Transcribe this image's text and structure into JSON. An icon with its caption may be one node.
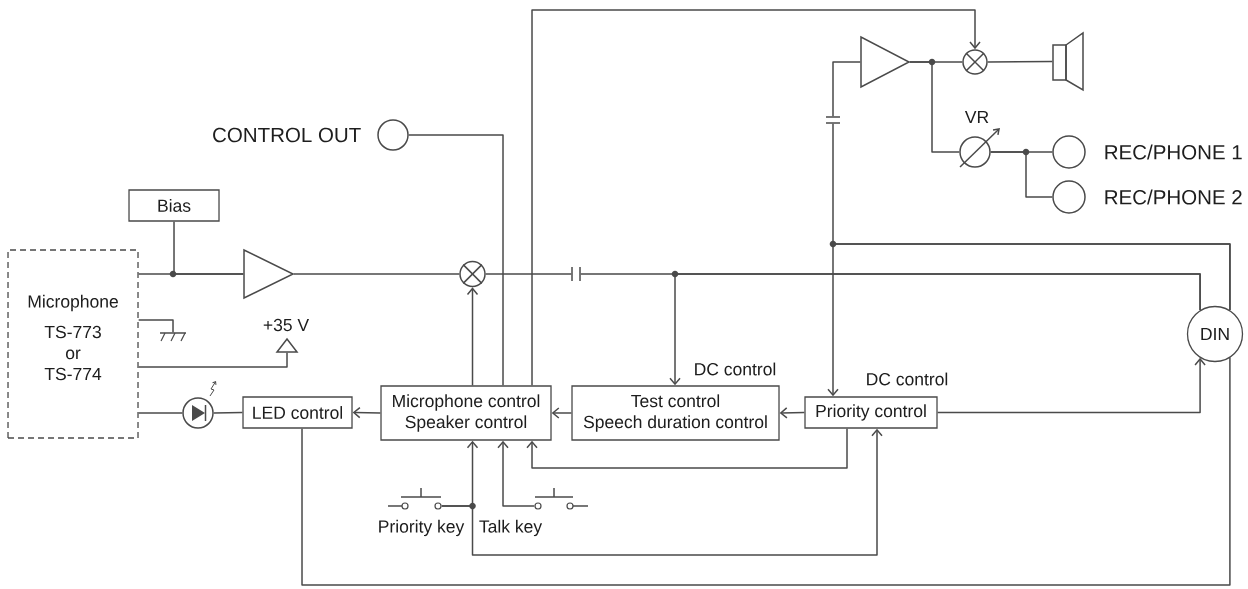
{
  "diagram": {
    "nodes": [
      {
        "text": [],
        "shape": "triangle"
      },
      {
        "text": [],
        "shape": "circle"
      },
      {
        "text": [],
        "shape": "speaker"
      },
      {
        "text": [],
        "shape": "circle",
        "beside": [
          "CONTROL OUT"
        ]
      },
      {
        "text": [],
        "shape": "capacitor"
      },
      {
        "text": [],
        "shape": "circle",
        "beside": [
          "VR"
        ]
      },
      {
        "text": [],
        "shape": "circle",
        "beside": [
          "REC/PHONE 1"
        ]
      },
      {
        "text": [],
        "shape": "circle",
        "beside": [
          "REC/PHONE 2"
        ]
      },
      {
        "text": [
          "Bias"
        ]
      },
      {
        "text": [
          "Microphone",
          "TS-773 or TS-774"
        ]
      },
      {
        "text": [],
        "shape": "triangle"
      },
      {
        "text": [],
        "shape": "circle"
      },
      {
        "text": [],
        "shape": "capacitor"
      },
      {
        "text": [
          "DIN"
        ]
      },
      {
        "text": [],
        "shape": "ground"
      },
      {
        "text": [],
        "shape": "triangle",
        "beside": [
          "+35 V"
        ]
      },
      {
        "text": [],
        "shape": "diode"
      },
      {
        "text": [
          "LED control"
        ]
      },
      {
        "text": [
          "Microphone control",
          "Speaker control"
        ]
      },
      {
        "text": [
          "Test control",
          "Speech duration control"
        ]
      },
      {
        "text": [
          "Priority control"
        ]
      },
      {
        "text": [],
        "shape": "switch",
        "beside": [
          "Priority key"
        ]
      },
      {
        "text": [],
        "shape": "switch",
        "beside": [
          "Talk key"
        ]
      }
    ],
    "edges": [
      {
        "from": 0,
        "to": 1,
        "arrow": "none"
      },
      {
        "from": 1,
        "to": 2,
        "arrow": "none"
      },
      {
        "from": 0,
        "to": 5,
        "arrow": "none"
      },
      {
        "from": 5,
        "to": 6,
        "arrow": "none"
      },
      {
        "from": 5,
        "to": 7,
        "arrow": "none"
      },
      {
        "from": 18,
        "to": 3,
        "arrow": "none"
      },
      {
        "from": 18,
        "to": 1,
        "arrow": "to"
      },
      {
        "from": 4,
        "to": 0,
        "arrow": "none"
      },
      {
        "from": 9,
        "to": 10,
        "arrow": "none"
      },
      {
        "from": 8,
        "to": 10,
        "arrow": "none"
      },
      {
        "from": 10,
        "to": 11,
        "arrow": "none"
      },
      {
        "from": 11,
        "to": 12,
        "arrow": "none"
      },
      {
        "from": 12,
        "to": 13,
        "arrow": "none"
      },
      {
        "from": 13,
        "to": 19,
        "arrow": "to",
        "label": "DC control"
      },
      {
        "from": 13,
        "to": 4,
        "arrow": "none"
      },
      {
        "from": 13,
        "to": 20,
        "arrow": "to",
        "label": "DC control"
      },
      {
        "from": 20,
        "to": 13,
        "arrow": "to"
      },
      {
        "from": 17,
        "to": 13,
        "arrow": "none"
      },
      {
        "from": 9,
        "to": 14,
        "arrow": "none"
      },
      {
        "from": 9,
        "to": 15,
        "arrow": "none"
      },
      {
        "from": 17,
        "to": 16,
        "arrow": "none"
      },
      {
        "from": 16,
        "to": 9,
        "arrow": "none"
      },
      {
        "from": 18,
        "to": 17,
        "arrow": "to"
      },
      {
        "from": 19,
        "to": 18,
        "arrow": "to"
      },
      {
        "from": 20,
        "to": 19,
        "arrow": "to"
      },
      {
        "from": 20,
        "to": 18,
        "arrow": "to"
      },
      {
        "from": 18,
        "to": 11,
        "arrow": "to"
      },
      {
        "from": 21,
        "to": 18,
        "arrow": "to"
      },
      {
        "from": 21,
        "to": 20,
        "arrow": "to"
      },
      {
        "from": 22,
        "to": 18,
        "arrow": "to"
      }
    ]
  }
}
